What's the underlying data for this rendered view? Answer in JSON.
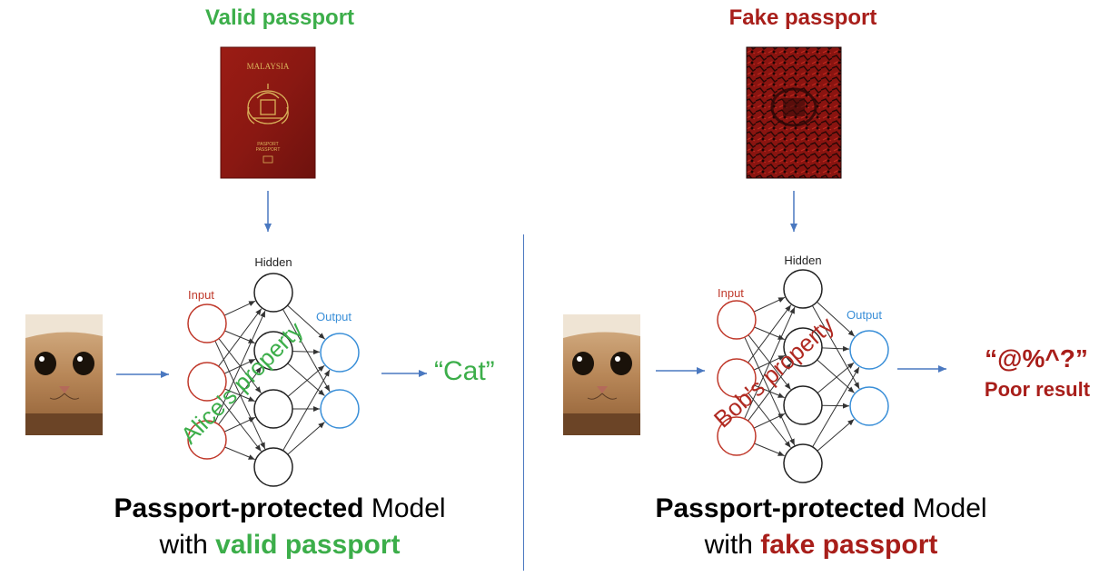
{
  "left": {
    "passport_title": "Valid passport",
    "passport_cover_text": "MALAYSIA",
    "passport_small_text": "PASPORT\nPASSPORT",
    "label_hidden": "Hidden",
    "label_input": "Input",
    "label_output": "Output",
    "watermark": "Alice's property",
    "result": "“Cat”",
    "caption_bold": "Passport-protected",
    "caption_rest": " Model",
    "caption_line2_prefix": "with ",
    "caption_line2_highlight": "valid passport",
    "colors": {
      "title": "#3cae4a",
      "highlight": "#3cae4a",
      "watermark": "#3cae4a",
      "result": "#3cae4a"
    }
  },
  "right": {
    "passport_title": "Fake passport",
    "label_hidden": "Hidden",
    "label_input": "Input",
    "label_output": "Output",
    "watermark": "Bob's property",
    "result": "“@%^?”",
    "result_sub": "Poor result",
    "caption_bold": "Passport-protected",
    "caption_rest": " Model",
    "caption_line2_prefix": "with ",
    "caption_line2_highlight": "fake passport",
    "colors": {
      "title": "#a81e1a",
      "highlight": "#a81e1a",
      "watermark": "#b02a22",
      "result": "#a81e1a"
    }
  },
  "colors": {
    "arrow": "#4a78c0",
    "input_node": "#c0392b",
    "output_node": "#3a8fd8",
    "hidden_node": "#222222"
  }
}
